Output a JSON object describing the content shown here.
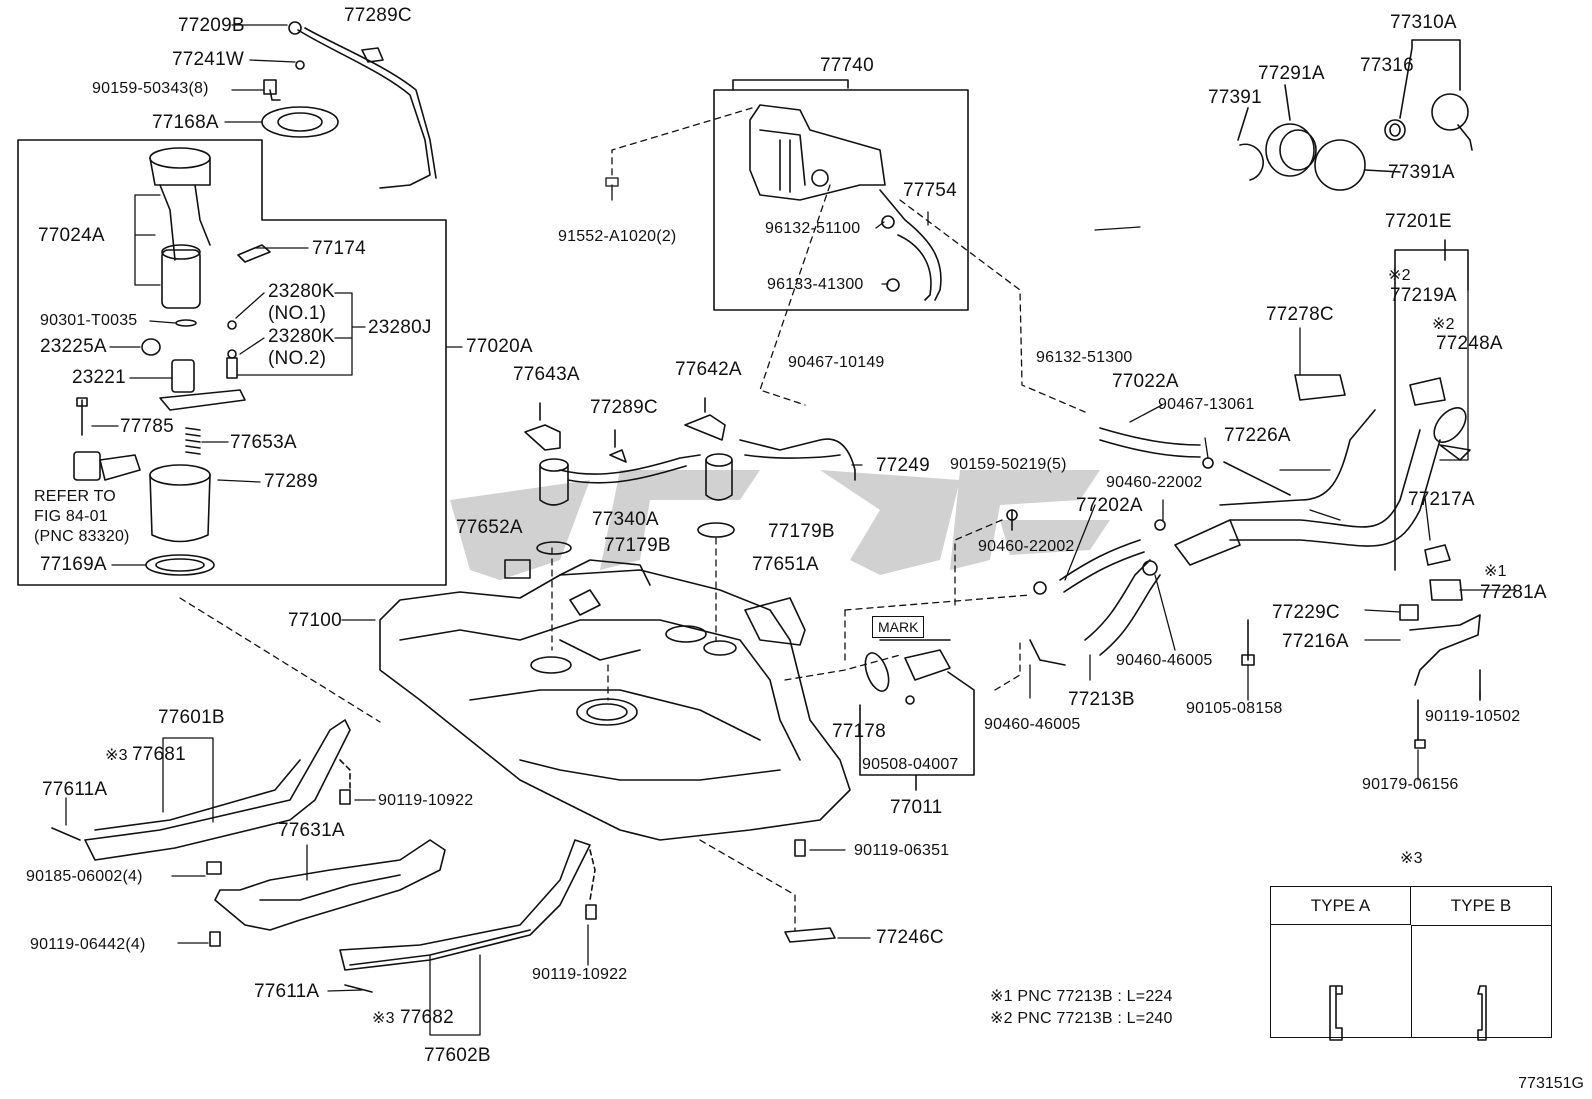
{
  "figure_code": "773151G",
  "labels": {
    "p77209B": "77209B",
    "p77289C_top": "77289C",
    "p77241W": "77241W",
    "p90159_50343": "90159-50343(8)",
    "p77168A": "77168A",
    "p77024A": "77024A",
    "p77174": "77174",
    "p23280K_1": "23280K",
    "no1": "(NO.1)",
    "p23280K_2": "23280K",
    "no2": "(NO.2)",
    "p23280J": "23280J",
    "p90301": "90301-T0035",
    "p23225A": "23225A",
    "p23221": "23221",
    "p77785": "77785",
    "p77653A": "77653A",
    "refer1": "REFER TO",
    "refer2": "FIG 84-01",
    "refer3": "(PNC 83320)",
    "p77289": "77289",
    "p77169A": "77169A",
    "p77020A": "77020A",
    "p77740": "77740",
    "p91552": "91552-A1020(2)",
    "p77754": "77754",
    "p96132_51100": "96132-51100",
    "p96133_41300": "96133-41300",
    "p77391": "77391",
    "p77291A": "77291A",
    "p77310A": "77310A",
    "p77316": "77316",
    "p77391A": "77391A",
    "p77201E": "77201E",
    "p77219A": "77219A",
    "p77248A": "77248A",
    "p77278C": "77278C",
    "p96132_51300": "96132-51300",
    "p77022A": "77022A",
    "p90467_13061": "90467-13061",
    "p77226A": "77226A",
    "p90467_10149": "90467-10149",
    "p77643A": "77643A",
    "p77642A": "77642A",
    "p77289C_mid": "77289C",
    "p77249": "77249",
    "p77340A": "77340A",
    "p90159_50219": "90159-50219(5)",
    "p90460_22002_a": "90460-22002",
    "p77202A": "77202A",
    "p90460_22002_b": "90460-22002",
    "p77217A": "77217A",
    "p77652A": "77652A",
    "p77179B_l": "77179B",
    "p77179B_r": "77179B",
    "p77651A": "77651A",
    "p77281A": "77281A",
    "p77229C": "77229C",
    "p77216A": "77216A",
    "p77100": "77100",
    "mark": "MARK",
    "p90460_46005_r": "90460-46005",
    "p77213B": "77213B",
    "p90460_46005_l": "90460-46005",
    "p90105_08158": "90105-08158",
    "p90119_10502": "90119-10502",
    "p77178": "77178",
    "p90508_04007": "90508-04007",
    "p77011": "77011",
    "p90179_06156": "90179-06156",
    "p77601B": "77601B",
    "p77681": "77681",
    "p77611A_top": "77611A",
    "p90119_10922_top": "90119-10922",
    "p77631A": "77631A",
    "p90185": "90185-06002(4)",
    "p90119_06351": "90119-06351",
    "p90119_06442": "90119-06442(4)",
    "p77246C": "77246C",
    "p90119_10922_bot": "90119-10922",
    "p77611A_bot": "77611A",
    "p77682": "77682",
    "p77602B": "77602B"
  },
  "symbols": {
    "note3_top": "※3",
    "note3_a": "※3",
    "note3_b": "※3",
    "note2_a": "※2",
    "note2_b": "※2",
    "note1": "※1"
  },
  "notes": {
    "n1": "※1 PNC 77213B : L=224",
    "n2": "※2 PNC 77213B : L=240"
  },
  "type_table": {
    "title": "※3",
    "col_a": "TYPE A",
    "col_b": "TYPE B"
  },
  "watermark_color": "#c9c9c9"
}
